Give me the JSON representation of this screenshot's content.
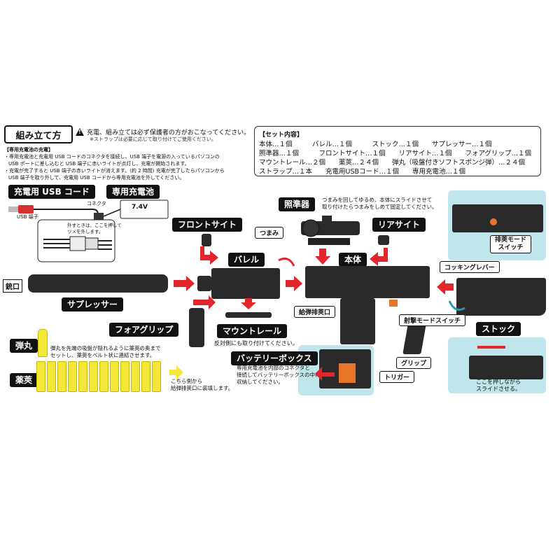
{
  "header": {
    "title": "組み立て方",
    "warning": "充電、組み立ては必ず保護者の方がおこなってください。",
    "note": "※ストラップは必要に応じて取り付けてご使用ください。"
  },
  "charging": {
    "heading": "【専用充電池の充電】",
    "lines": [
      "・専用充電池と充電用 USB コードのコネクタを接続し、USB 端子を電源の入っているパソコンの",
      "USB ポートに差し込むと USB 端子に赤いライトが点灯し、充電が開始されます。",
      "・充電が完了すると USB 端子の赤いライトが消えます。(約 2 時間) 充電が完了したらパソコンから",
      "USB 端子を取り外して、充電用 USB コードから専用充電池を外してください。"
    ],
    "usb_cord_label": "充電用 USB コード",
    "battery_label": "専用充電池",
    "battery_voltage": "7.4V",
    "connector_label": "コネクタ",
    "usb_terminal_label": "USB 端子",
    "unlatch_note_1": "外すときは、ここを押して",
    "unlatch_note_2": "ツメを外します。"
  },
  "set_contents": {
    "title": "【セット内容】",
    "rows": [
      "本体…１個　　　バレル…１個　　　ストック…１個　　サプレッサー…１個",
      "照準器…１個　　　フロントサイト…１個　　リアサイト…１個　　フォアグリップ…１個",
      "マウントレール…２個　　薬莢…２４個　　弾丸（吸盤付きソフトスポンジ弾）…２４個",
      "ストラップ…１本　　充電用USBコード…１個　　専用充電池…１個"
    ]
  },
  "parts": {
    "scope": "照準器",
    "scope_note_1": "つまみを回してゆるめ、本体にスライドさせて",
    "scope_note_2": "取り付けたらつまみをしめて固定してください。",
    "knob": "つまみ",
    "front_sight": "フロントサイト",
    "rear_sight": "リアサイト",
    "barrel": "バレル",
    "body": "本体",
    "muzzle": "銃口",
    "suppressor": "サプレッサー",
    "cocking_lever": "コッキングレバー",
    "feed_port": "給弾排莢口",
    "fire_mode_switch": "射撃モードスイッチ",
    "fore_grip": "フォアグリップ",
    "mount_rail": "マウントレール",
    "mount_rail_note": "反対側にも取り付けてください。",
    "battery_box": "バッテリーボックス",
    "battery_box_note_1": "専用充電池を内部のコネクタと",
    "battery_box_note_2": "接続してバッテリーボックスの中に",
    "battery_box_note_3": "収納してください。",
    "grip": "グリップ",
    "trigger": "トリガー",
    "stock": "ストック",
    "stock_note_1": "ここを押しながら",
    "stock_note_2": "スライドさせる。",
    "eject_mode_switch_1": "排莢モード",
    "eject_mode_switch_2": "スイッチ"
  },
  "ammo": {
    "bullet": "弾丸",
    "shell": "薬莢",
    "bullet_note_1": "弾丸を先端の吸盤が隠れるように薬莢の奥まで",
    "bullet_note_2": "セットし、薬莢をベルト状に連結させます。",
    "load_note_1": "こちら側から",
    "load_note_2": "給弾排莢口に装填します。"
  },
  "colors": {
    "arrow_red": "#e3262b",
    "inset_blue": "#bfe6ea",
    "dart_yellow": "#f5e63a",
    "gun_body": "#2a2a2a",
    "accent_orange": "#e8732a"
  }
}
